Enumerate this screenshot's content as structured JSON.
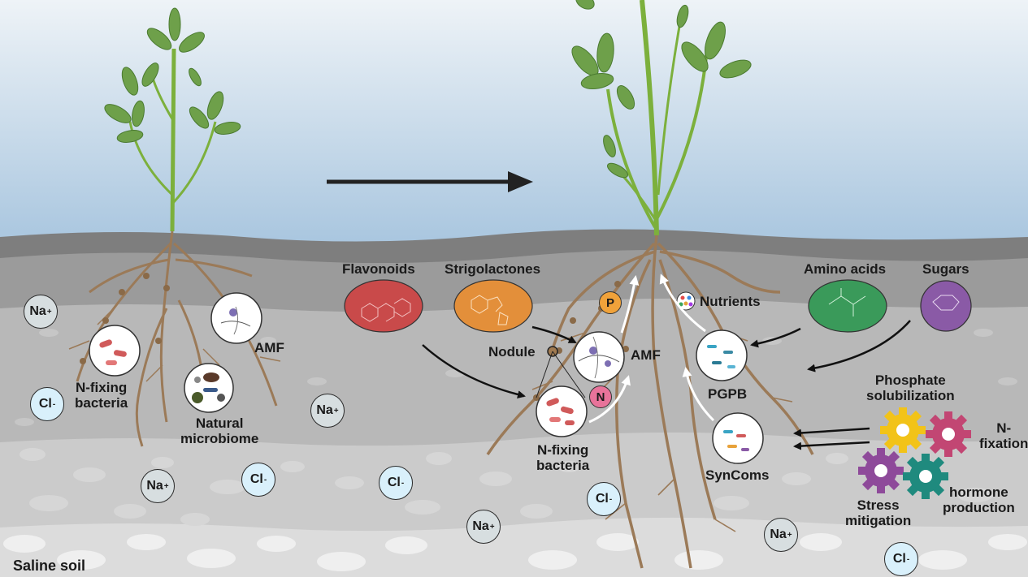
{
  "labels": {
    "amf_left": "AMF",
    "nfix_left": "N-fixing\nbacteria",
    "natural_microbiome": "Natural\nmicrobiome",
    "flavonoids": "Flavonoids",
    "strigolactones": "Strigolactones",
    "nodule": "Nodule",
    "amf_right": "AMF",
    "nfix_right": "N-fixing\nbacteria",
    "nutrients": "Nutrients",
    "amino_acids": "Amino acids",
    "sugars": "Sugars",
    "pgpb": "PGPB",
    "syncoms": "SynComs",
    "phosphate": "Phosphate\nsolubilization",
    "nfixation": "N-\nfixation",
    "stress": "Stress\nmitigation",
    "hormone": "hormone\nproduction",
    "saline_soil": "Saline soil",
    "p_badge": "P",
    "n_badge": "N"
  },
  "ions": [
    {
      "type": "na",
      "text": "Na",
      "charge": "+"
    },
    {
      "type": "cl",
      "text": "Cl",
      "charge": "-"
    },
    {
      "type": "na",
      "text": "Na",
      "charge": "+"
    },
    {
      "type": "na",
      "text": "Na",
      "charge": "+"
    },
    {
      "type": "cl",
      "text": "Cl",
      "charge": "-"
    },
    {
      "type": "cl",
      "text": "Cl",
      "charge": "-"
    },
    {
      "type": "cl",
      "text": "Cl",
      "charge": "-"
    },
    {
      "type": "na",
      "text": "Na",
      "charge": "+"
    },
    {
      "type": "na",
      "text": "Na",
      "charge": "+"
    },
    {
      "type": "cl",
      "text": "Cl",
      "charge": "-"
    }
  ],
  "colors": {
    "flavonoids": "#c94a4a",
    "strigolactones": "#e38f3a",
    "amino_acids": "#3a9a5a",
    "sugars": "#8a5aa6",
    "gear_yellow": "#f2c318",
    "gear_pink": "#c24673",
    "gear_purple": "#8e4a9a",
    "gear_teal": "#1f8a7e",
    "p_badge": "#f0a23a",
    "n_badge": "#e8739a"
  }
}
